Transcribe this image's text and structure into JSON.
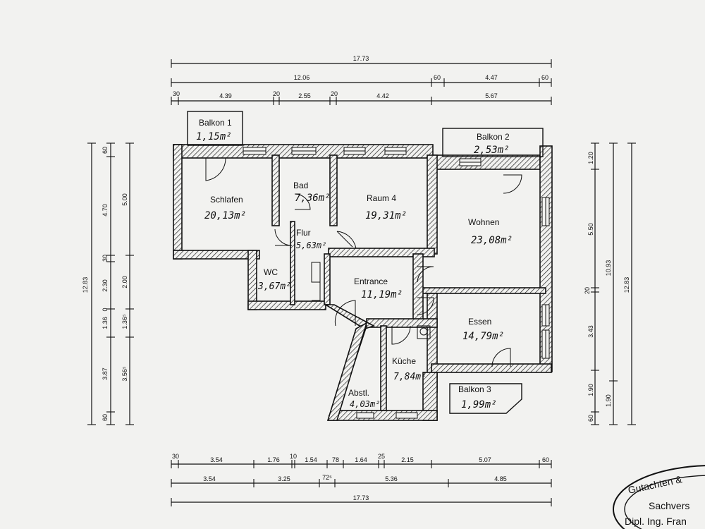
{
  "dimensions": {
    "top": {
      "row1": [
        "17.73"
      ],
      "row2": [
        "12.06",
        "60",
        "4.47",
        "60"
      ],
      "row3": [
        "30",
        "4.39",
        "20",
        "2.55",
        "20",
        "4.42",
        "5.67"
      ]
    },
    "bottom": {
      "row1": [
        "30",
        "3.54",
        "1.76",
        "10",
        "1.54",
        "78",
        "1.64",
        "25",
        "2.15",
        "5.07",
        "60"
      ],
      "row2": [
        "3.54",
        "3.25",
        "72⁵",
        "5.36",
        "4.85"
      ],
      "row3": [
        "17.73"
      ]
    },
    "left": {
      "outer": "12.83",
      "mid": [
        "60",
        "4.70",
        "30",
        "2.30",
        "0",
        "1.36",
        "3.87",
        "60"
      ],
      "inner": [
        "5.00",
        "2.00",
        "1.36⁵",
        "3.56⁵"
      ]
    },
    "right": {
      "inner": [
        "1.20",
        "5.50",
        "20",
        "3.43",
        "1.90",
        "60"
      ],
      "mid": [
        "10.93",
        "1.90"
      ],
      "outer": "12.83"
    }
  },
  "rooms": [
    {
      "id": "balkon1",
      "name": "Balkon 1",
      "area": "1,15m²"
    },
    {
      "id": "balkon2",
      "name": "Balkon 2",
      "area": "2,53m²"
    },
    {
      "id": "schlafen",
      "name": "Schlafen",
      "area": "20,13m²"
    },
    {
      "id": "bad",
      "name": "Bad",
      "area": "7,36m²"
    },
    {
      "id": "raum4",
      "name": "Raum 4",
      "area": "19,31m²"
    },
    {
      "id": "wohnen",
      "name": "Wohnen",
      "area": "23,08m²"
    },
    {
      "id": "flur",
      "name": "Flur",
      "area": "5,63m²"
    },
    {
      "id": "wc",
      "name": "WC",
      "area": "3,67m²"
    },
    {
      "id": "entrance",
      "name": "Entrance",
      "area": "11,19m²"
    },
    {
      "id": "essen",
      "name": "Essen",
      "area": "14,79m²"
    },
    {
      "id": "kueche",
      "name": "Küche",
      "area": "7,84m²"
    },
    {
      "id": "abstl",
      "name": "Abstl.",
      "area": "4,03m²"
    },
    {
      "id": "balkon3",
      "name": "Balkon 3",
      "area": "1,99m²"
    }
  ],
  "stamp": {
    "line1": "Gutachten &",
    "line2": "Sachvers",
    "line3": "Dipl. Ing. Fran"
  }
}
